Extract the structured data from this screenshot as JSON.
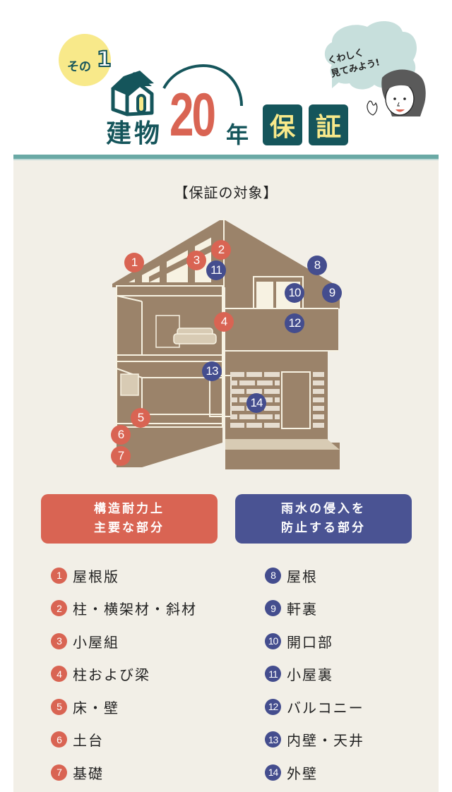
{
  "header": {
    "sono_label": "その",
    "sono_number": "1",
    "title_prefix": "建物",
    "title_years": "20",
    "title_year_unit": "年",
    "badge_1": "保",
    "badge_2": "証",
    "speech_bubble": [
      "くわしく",
      "見てみよう!"
    ]
  },
  "colors": {
    "teal_dark": "#15555b",
    "accent_red": "#d96453",
    "accent_blue": "#4a5393",
    "yellow": "#f8e98a",
    "panel_bg": "#f2efe7",
    "teal_bar": "#6aa9a5",
    "house_brown": "#9b836a"
  },
  "panel": {
    "subject_title": "【保証の対象】",
    "diagram_markers": [
      {
        "n": "1",
        "type": "structural"
      },
      {
        "n": "2",
        "type": "structural"
      },
      {
        "n": "3",
        "type": "structural"
      },
      {
        "n": "4",
        "type": "structural"
      },
      {
        "n": "5",
        "type": "structural"
      },
      {
        "n": "6",
        "type": "structural"
      },
      {
        "n": "7",
        "type": "structural"
      },
      {
        "n": "8",
        "type": "water"
      },
      {
        "n": "9",
        "type": "water"
      },
      {
        "n": "10",
        "type": "water"
      },
      {
        "n": "11",
        "type": "water"
      },
      {
        "n": "12",
        "type": "water"
      },
      {
        "n": "13",
        "type": "water"
      },
      {
        "n": "14",
        "type": "water"
      }
    ],
    "categories": {
      "structural": {
        "line1": "構造耐力上",
        "line2": "主要な部分"
      },
      "water": {
        "line1": "雨水の侵入を",
        "line2": "防止する部分"
      }
    },
    "structural_items": [
      {
        "n": "1",
        "label": "屋根版"
      },
      {
        "n": "2",
        "label": "柱・横架材・斜材"
      },
      {
        "n": "3",
        "label": "小屋組"
      },
      {
        "n": "4",
        "label": "柱および梁"
      },
      {
        "n": "5",
        "label": "床・壁"
      },
      {
        "n": "6",
        "label": "土台"
      },
      {
        "n": "7",
        "label": "基礎"
      }
    ],
    "water_items": [
      {
        "n": "8",
        "label": "屋根"
      },
      {
        "n": "9",
        "label": "軒裏"
      },
      {
        "n": "10",
        "label": "開口部"
      },
      {
        "n": "11",
        "label": "小屋裏"
      },
      {
        "n": "12",
        "label": "バルコニー"
      },
      {
        "n": "13",
        "label": "内壁・天井"
      },
      {
        "n": "14",
        "label": "外壁"
      }
    ]
  }
}
